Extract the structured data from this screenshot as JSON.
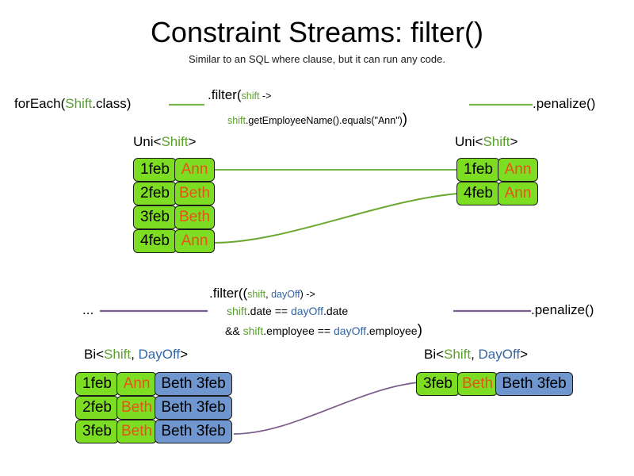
{
  "slide": {
    "title": "Constraint Streams: filter()",
    "subtitle": "Similar to an SQL where clause, but it can run any code."
  },
  "colors": {
    "shift_green": "#7ddd23",
    "dayoff_blue": "#7096d0",
    "code_green": "#5aa02c",
    "code_blue": "#3465a4",
    "employee_orange": "#e8521a",
    "link_green": "#74b44a",
    "link_purple": "#7b5a8c",
    "border": "#1a1a1a"
  },
  "uni_section": {
    "source_label": {
      "prefix": "forEach(",
      "type": "Shift",
      "suffix": ".class)"
    },
    "filter": {
      "head": ".filter(",
      "param": "shift",
      "arrow": " ->",
      "body_var": "shift",
      "body_rest": ".getEmployeeName().equals(\"Ann\")",
      "close_paren": ")"
    },
    "sink_label": ".penalize()",
    "input_header": {
      "prefix": "Uni<",
      "type": "Shift",
      "suffix": ">"
    },
    "output_header": {
      "prefix": "Uni<",
      "type": "Shift",
      "suffix": ">"
    },
    "input_rows": [
      {
        "date": "1feb",
        "employee": "Ann"
      },
      {
        "date": "2feb",
        "employee": "Beth"
      },
      {
        "date": "3feb",
        "employee": "Beth"
      },
      {
        "date": "4feb",
        "employee": "Ann"
      }
    ],
    "output_rows": [
      {
        "date": "1feb",
        "employee": "Ann"
      },
      {
        "date": "4feb",
        "employee": "Ann"
      }
    ]
  },
  "bi_section": {
    "source_label": "...",
    "filter": {
      "head": ".filter((",
      "param1": "shift",
      "comma": ", ",
      "param2": "dayOff",
      "arrow": ") ->",
      "line2_var1": "shift",
      "line2_mid": ".date == ",
      "line2_var2": "dayOff",
      "line2_end": ".date",
      "line3_and": "&& ",
      "line3_var1": "shift",
      "line3_mid": ".employee == ",
      "line3_var2": "dayOff",
      "line3_end": ".employee",
      "close_paren": ")"
    },
    "sink_label": ".penalize()",
    "input_header": {
      "prefix": "Bi<",
      "type1": "Shift",
      "comma": ", ",
      "type2": "DayOff",
      "suffix": ">"
    },
    "output_header": {
      "prefix": "Bi<",
      "type1": "Shift",
      "comma": ", ",
      "type2": "DayOff",
      "suffix": ">"
    },
    "input_rows": [
      {
        "date": "1feb",
        "employee": "Ann",
        "dayoff": "Beth 3feb"
      },
      {
        "date": "2feb",
        "employee": "Beth",
        "dayoff": "Beth 3feb"
      },
      {
        "date": "3feb",
        "employee": "Beth",
        "dayoff": "Beth 3feb"
      }
    ],
    "output_rows": [
      {
        "date": "3feb",
        "employee": "Beth",
        "dayoff": "Beth 3feb"
      }
    ]
  }
}
